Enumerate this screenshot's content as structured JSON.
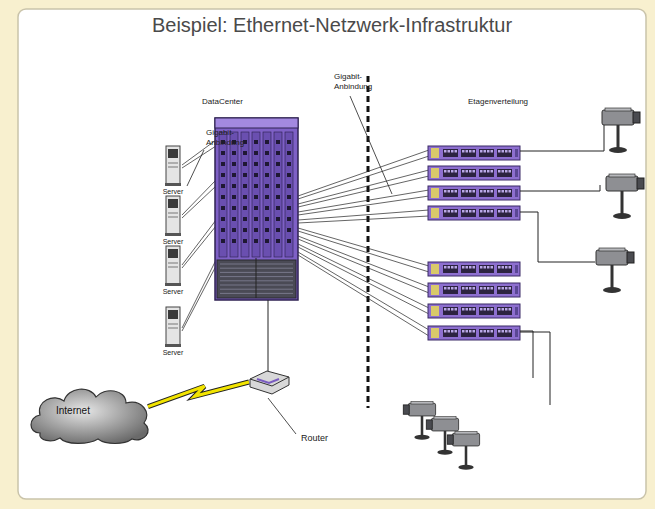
{
  "diagram": {
    "title": "Beispiel: Ethernet-Netzwerk-Infrastruktur",
    "nodes": [
      {
        "text": [
          "Server"
        ]
      },
      {
        "text": [
          "Server"
        ]
      },
      {
        "text": [
          "Server"
        ]
      },
      {
        "text": [
          "Server"
        ]
      },
      {
        "text": [
          "Internet"
        ]
      },
      {
        "text": [
          "Router"
        ]
      }
    ],
    "edges": [
      {
        "from": 4,
        "to": 5,
        "arrow": "none"
      }
    ],
    "labels": [
      "DataCenter",
      "Etagenverteilung",
      "Gigabit- Anbindung",
      "Gigabit- Anbindung"
    ]
  }
}
